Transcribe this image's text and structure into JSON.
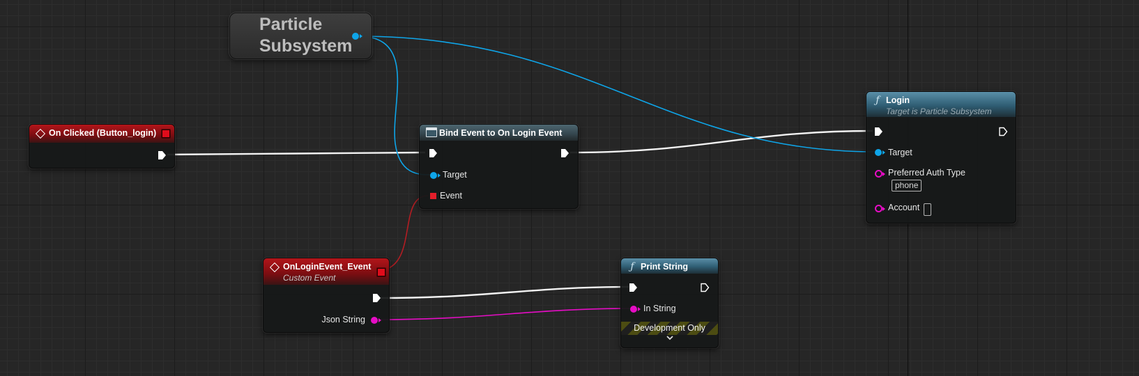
{
  "variable_node": {
    "title_line1": "Particle",
    "title_line2": "Subsystem"
  },
  "on_clicked_node": {
    "title": "On Clicked (Button_login)"
  },
  "bind_event_node": {
    "title": "Bind Event to On Login Event",
    "pins": {
      "target": "Target",
      "event": "Event"
    }
  },
  "login_node": {
    "title": "Login",
    "subtitle": "Target is Particle Subsystem",
    "pins": {
      "target": "Target",
      "auth_type": "Preferred Auth Type",
      "account": "Account"
    },
    "auth_type_value": "phone",
    "account_value": ""
  },
  "custom_event_node": {
    "title": "OnLoginEvent_Event",
    "subtitle": "Custom Event",
    "pins": {
      "json_string": "Json String"
    }
  },
  "print_string_node": {
    "title": "Print String",
    "pins": {
      "in_string": "In String"
    },
    "dev_only_label": "Development Only",
    "expand_icon": "chevron-down-icon"
  },
  "colors": {
    "object_pin": "#0ea5e9",
    "string_pin": "#e60dc5",
    "delegate_pin": "#e31e2a",
    "exec_wire": "#ffffff",
    "event_header": "#b3151a",
    "function_header": "#5a8fa8"
  }
}
